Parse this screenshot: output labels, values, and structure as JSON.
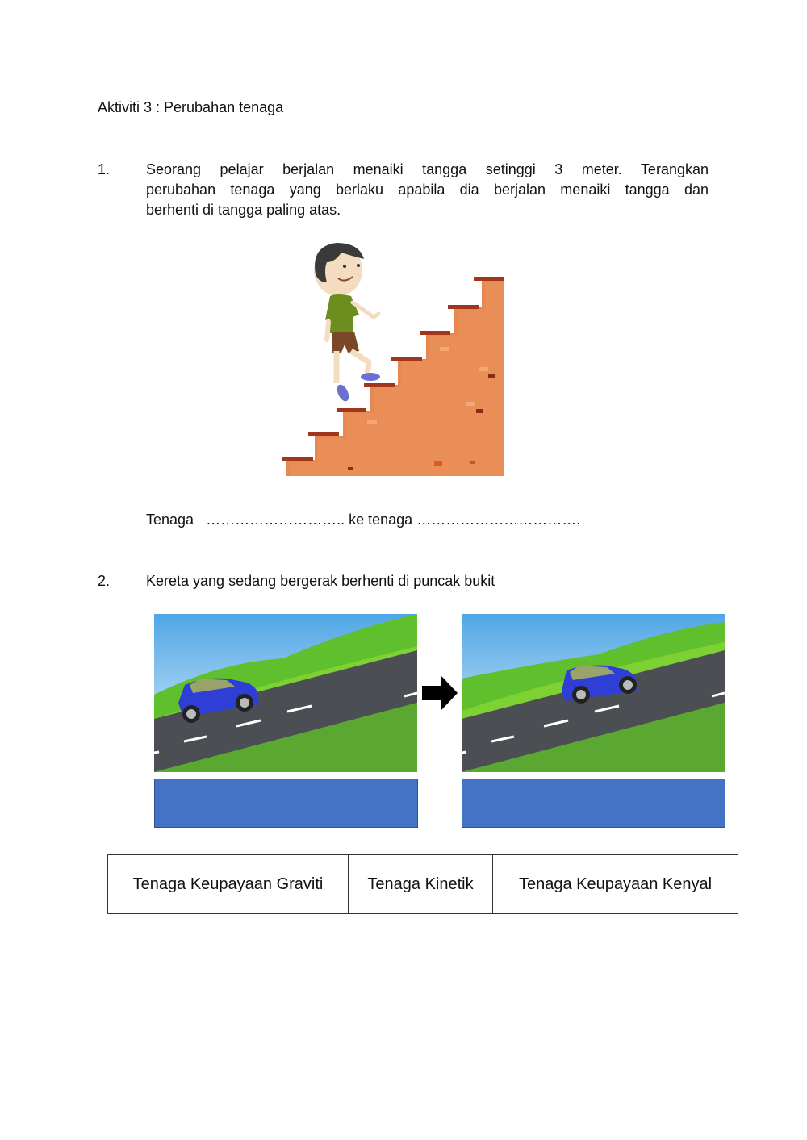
{
  "document": {
    "title": "Aktiviti 3 : Perubahan tenaga",
    "question1": {
      "number": "1.",
      "lines": [
        "Seorang pelajar berjalan menaiki tangga setinggi 3 meter. Terangkan",
        "perubahan tenaga yang berlaku apabila dia berjalan menaiki tangga dan",
        "berhenti di tangga paling atas."
      ],
      "image": "boy-climbing-stairs-illustration",
      "answer_prefix": "Tenaga",
      "answer_blank1": "………………………..",
      "answer_middle": "ke tenaga",
      "answer_blank2": "…………………………….",
      "answer_line": "Tenaga  ……………………….. ke tenaga ……………………………."
    },
    "question2": {
      "number": "2.",
      "text": "Kereta yang sedang bergerak berhenti di puncak bukit",
      "scenes": [
        {
          "image": "blue-car-moving-up-hill",
          "drop_zone_value": ""
        },
        {
          "image": "blue-car-stopped-at-hilltop",
          "drop_zone_value": ""
        }
      ],
      "arrow_icon": "right-arrow-icon",
      "drop_zone_color": "#4472c4"
    },
    "options": [
      "Tenaga Keupayaan Graviti",
      "Tenaga Kinetik",
      "Tenaga Keupayaan Kenyal"
    ]
  }
}
